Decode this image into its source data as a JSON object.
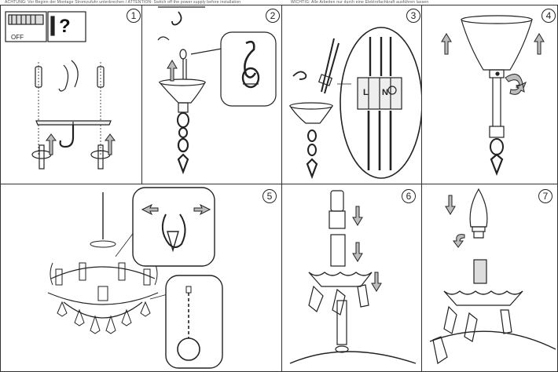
{
  "header": {
    "left_text": "ACHTUNG: Vor Beginn der Montage Stromzufuhr unterbrechen / ATTENTION: Switch off the power supply before installation",
    "right_text": "WICHTIG: Alle Arbeiten nur durch eine Elektrofachkraft ausführen lassen"
  },
  "panels": [
    {
      "number": "1",
      "off_label": "OFF",
      "question_mark": "?"
    },
    {
      "number": "2"
    },
    {
      "number": "3",
      "terminal_labels": [
        "L",
        "N"
      ]
    },
    {
      "number": "4"
    },
    {
      "number": "5"
    },
    {
      "number": "6"
    },
    {
      "number": "7"
    }
  ],
  "colors": {
    "line": "#222222",
    "arrow_fill": "#bdbdbd",
    "panel_border": "#333333"
  }
}
